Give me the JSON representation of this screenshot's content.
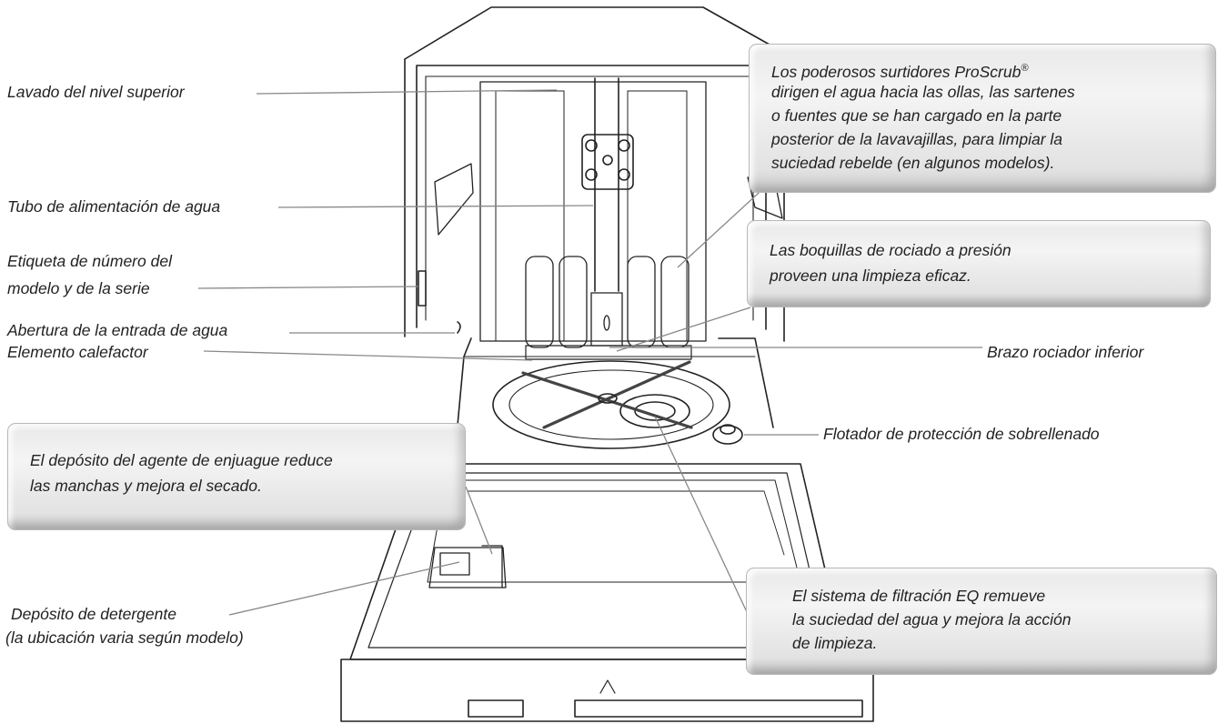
{
  "labels": {
    "lavado_nivel_superior": "Lavado del nivel superior",
    "tubo_alimentacion": "Tubo de alimentación de agua",
    "etiqueta_l1": "Etiqueta de número del",
    "etiqueta_l2": "modelo y de la serie",
    "abertura_entrada": "Abertura de la entrada de agua",
    "elemento_calefactor": "Elemento calefactor",
    "brazo_rociador": "Brazo rociador inferior",
    "flotador": "Flotador de protección de sobrellenado",
    "detergente_l1": "Depósito de detergente",
    "detergente_l2": "(la ubicación varia según modelo)"
  },
  "callouts": {
    "proscrub": {
      "line1_prefix": "Los poderosos surtidores ProScrub",
      "line1_sup": "®",
      "line2": "dirigen el agua hacia las ollas, las sartenes",
      "line3": "o fuentes que se han cargado en la parte",
      "line4": "posterior de la lavavajillas, para limpiar la",
      "line5": "suciedad rebelde (en algunos modelos)."
    },
    "boquillas": {
      "line1": "Las boquillas de rociado a presión",
      "line2": "proveen una limpieza eficaz."
    },
    "enjuague": {
      "line1": "El depósito del agente de enjuague reduce",
      "line2": "las manchas y mejora el secado."
    },
    "filtracion": {
      "line1": "El sistema de filtración EQ remueve",
      "line2": "la suciedad del agua y mejora la acción",
      "line3": "de limpieza."
    }
  }
}
